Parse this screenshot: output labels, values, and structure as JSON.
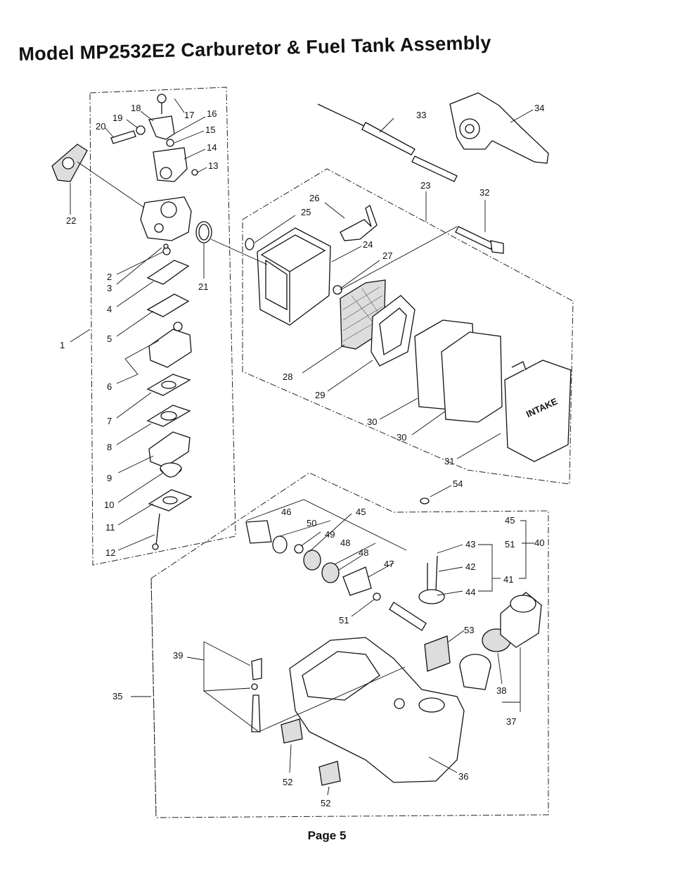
{
  "title": "Model MP2532E2 Carburetor & Fuel Tank Assembly",
  "page": "Page 5",
  "intake_text": "INTAKE",
  "labels": {
    "p1": "1",
    "p2": "2",
    "p3": "3",
    "p4": "4",
    "p5": "5",
    "p6": "6",
    "p7": "7",
    "p8": "8",
    "p9": "9",
    "p10": "10",
    "p11": "11",
    "p12": "12",
    "p13": "13",
    "p14": "14",
    "p15": "15",
    "p16": "16",
    "p17": "17",
    "p18": "18",
    "p19": "19",
    "p20": "20",
    "p21": "21",
    "p22": "22",
    "p23": "23",
    "p24": "24",
    "p25": "25",
    "p26": "26",
    "p27": "27",
    "p28": "28",
    "p29": "29",
    "p30a": "30",
    "p30b": "30",
    "p31": "31",
    "p32": "32",
    "p33": "33",
    "p34": "34",
    "p35": "35",
    "p36": "36",
    "p37": "37",
    "p38": "38",
    "p39": "39",
    "p40": "40",
    "p41": "41",
    "p42": "42",
    "p43": "43",
    "p44": "44",
    "p45a": "45",
    "p45b": "45",
    "p46": "46",
    "p47": "47",
    "p48a": "48",
    "p48b": "48",
    "p49": "49",
    "p50": "50",
    "p51a": "51",
    "p51b": "51",
    "p52a": "52",
    "p52b": "52",
    "p53": "53",
    "p54": "54"
  }
}
